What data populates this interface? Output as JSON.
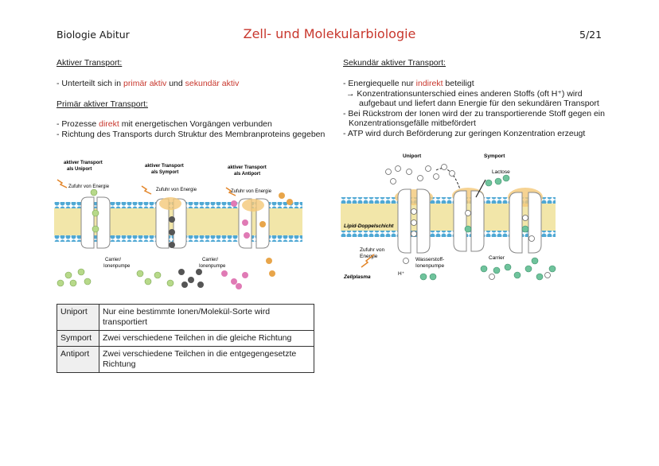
{
  "header": {
    "left": "Biologie Abitur",
    "title": "Zell- und Molekularbiologie",
    "page": "5/21"
  },
  "left": {
    "h1": "Aktiver Transport:",
    "l1_pre": "- Unterteilt sich in ",
    "l1_red1": "primär aktiv",
    "l1_mid": " und ",
    "l1_red2": "sekundär aktiv",
    "h2": "Primär aktiver Transport:",
    "l2_pre": "- Prozesse ",
    "l2_red": "direkt",
    "l2_post": " mit energetischen Vorgängen verbunden",
    "l3": "- Richtung des Transports durch Struktur des Membranproteins gegeben"
  },
  "right": {
    "h1": "Sekundär aktiver Transport:",
    "l1_pre": "- Energiequelle nur ",
    "l1_red": "indirekt",
    "l1_post": " beteiligt",
    "l2": "→ Konzentrationsunterschied eines anderen Stoffs (oft H⁺) wird",
    "l2b": "aufgebaut und liefert dann Energie für den sekundären Transport",
    "l3": "- Bei Rückstrom der Ionen wird der zu transportierende Stoff gegen ein",
    "l3b": "Konzentrationsgefälle mitbefördert",
    "l4": "- ATP wird durch Beförderung zur geringen Konzentration erzeugt"
  },
  "fig1": {
    "t1a": "aktiver Transport",
    "t1b": "als Uniport",
    "t2a": "aktiver Transport",
    "t2b": "als Symport",
    "t3a": "aktiver Transport",
    "t3b": "als Antiport",
    "e1": "Zufuhr von Energie",
    "e2": "Zufuhr von Energie",
    "e3": "Zufuhr von Energie",
    "c1a": "Carrier/",
    "c1b": "Ionenpumpe",
    "c2a": "Carrier/",
    "c2b": "Ionenpumpe"
  },
  "fig2": {
    "uniport": "Uniport",
    "symport": "Symport",
    "lactose": "Lactose",
    "lipid": "Lipid-Doppelschicht",
    "energy_a": "Zufuhr von",
    "energy_b": "Energie",
    "h": "H⁺",
    "pump_a": "Wasserstoff-",
    "pump_b": "Ionenpumpe",
    "carrier": "Carrier",
    "cyto": "Zellplasma"
  },
  "table": [
    {
      "k": "Uniport",
      "v": "Nur eine bestimmte Ionen/Molekül-Sorte wird transportiert"
    },
    {
      "k": "Symport",
      "v": "Zwei verschiedene Teilchen in die gleiche Richtung"
    },
    {
      "k": "Antiport",
      "v": "Zwei verschiedene Teilchen in die entgegengesetzte Richtung"
    }
  ]
}
